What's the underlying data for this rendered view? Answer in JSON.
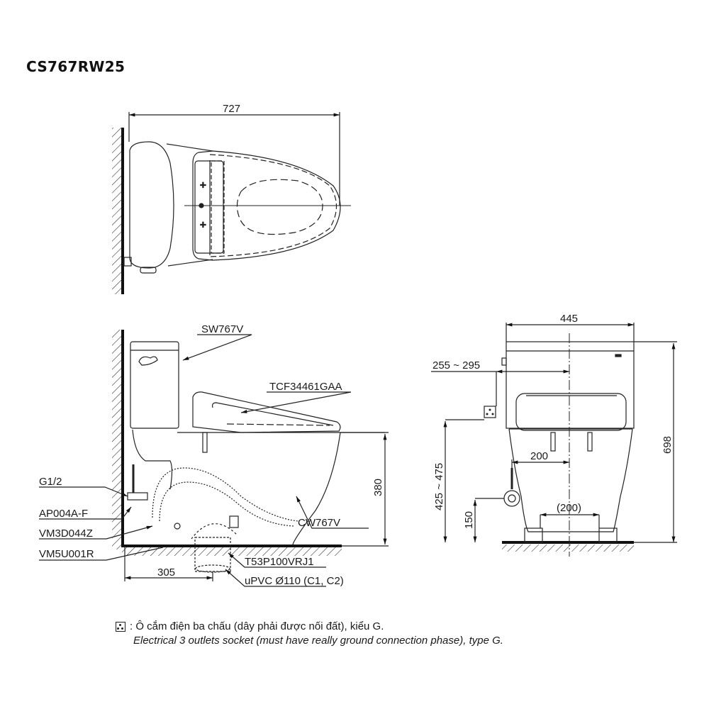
{
  "title": "CS767RW25",
  "top_view": {
    "dim_length": "727"
  },
  "side_view": {
    "labels": {
      "tank": "SW767V",
      "seat": "TCF34461GAA",
      "g12": "G1/2",
      "ap004": "AP004A-F",
      "vm3d": "VM3D044Z",
      "vm5u": "VM5U001R",
      "bowl": "CW767V",
      "flange": "T53P100VRJ1",
      "pipe": "uPVC Ø110 (C1, C2)"
    },
    "dims": {
      "rough_in": "305",
      "rim_height": "380"
    }
  },
  "front_view": {
    "dims": {
      "width": "445",
      "socket_offset": "255 ~ 295",
      "socket_height": "425 ~ 475",
      "total_height": "698",
      "supply_offset": "200",
      "supply_height": "150",
      "bolt_spacing": "(200)"
    }
  },
  "legend": {
    "icon": "socket-icon",
    "vi": ": Ô cắm điện ba chấu (dây phải được nối đất), kiểu G.",
    "en": "Electrical 3 outlets socket (must have really ground connection phase), type G."
  }
}
